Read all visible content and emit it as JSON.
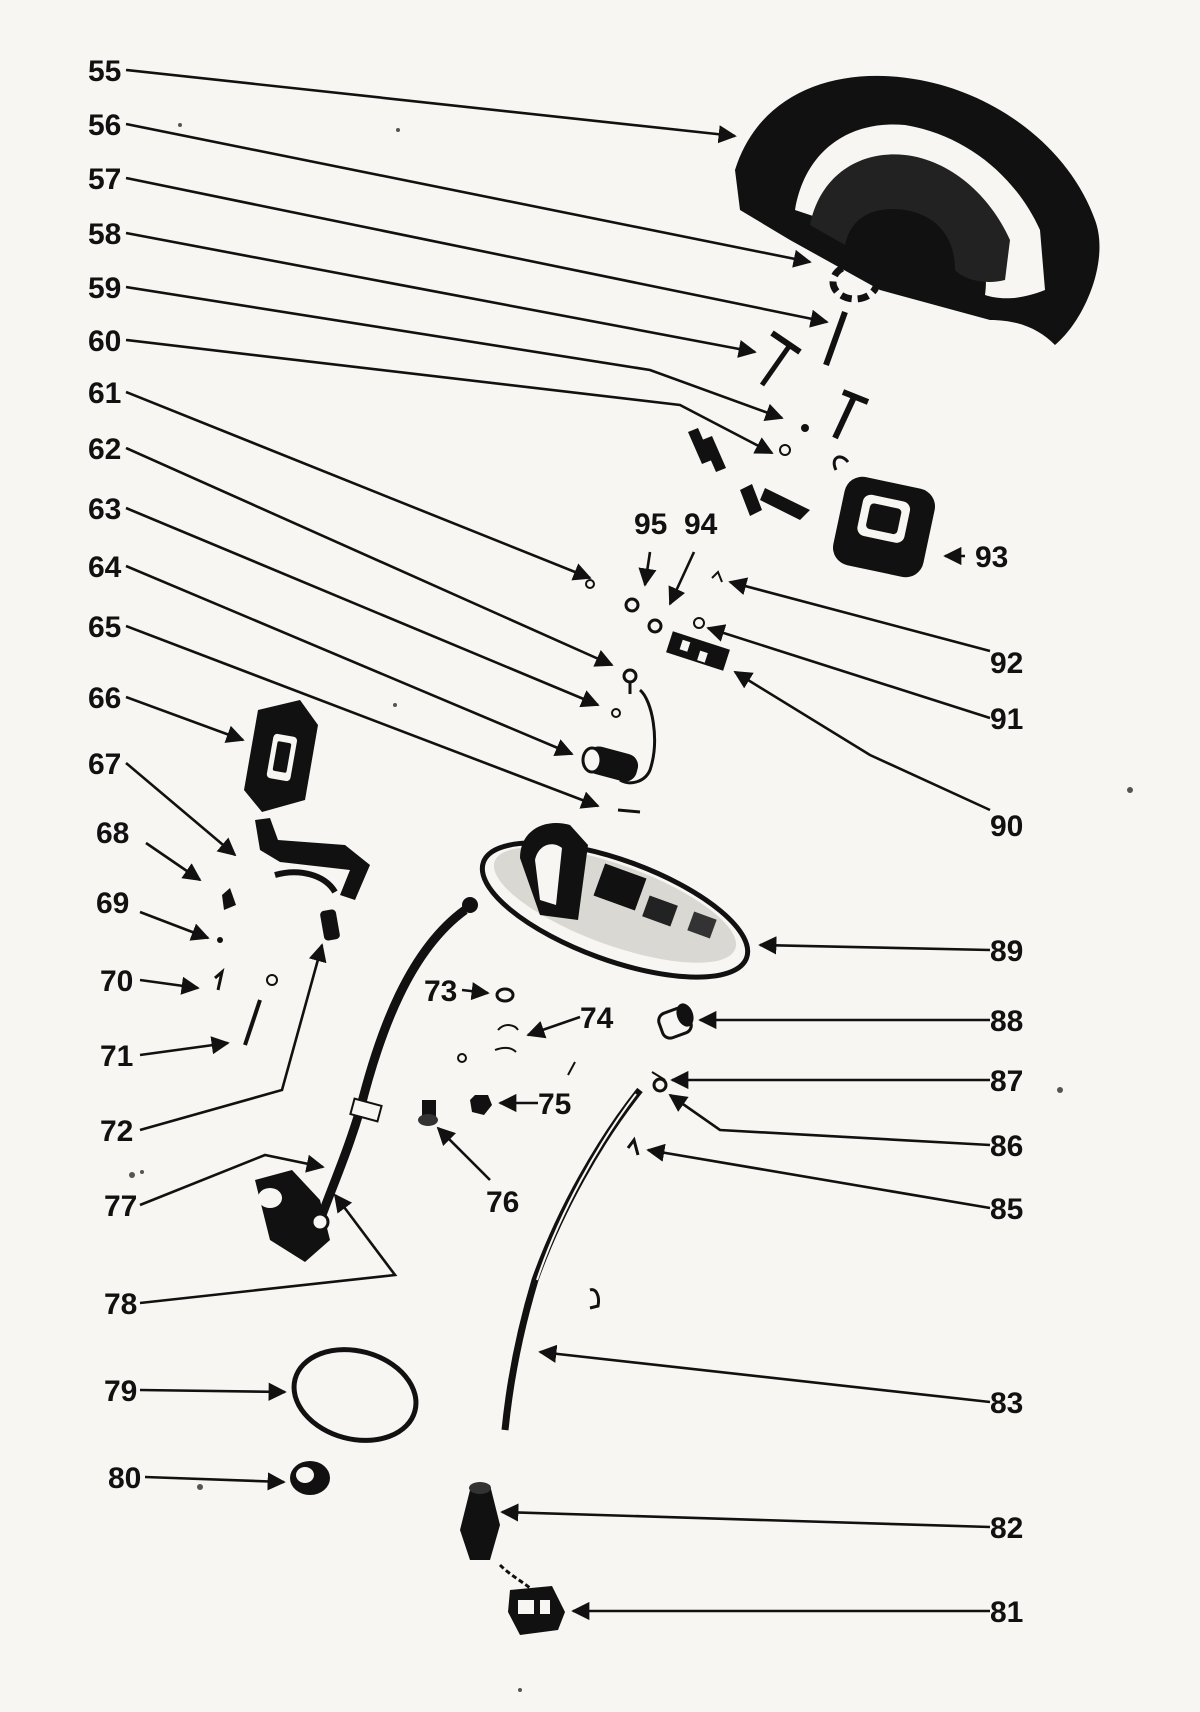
{
  "diagram": {
    "callouts": [
      {
        "id": "55",
        "label": "55"
      },
      {
        "id": "56",
        "label": "56"
      },
      {
        "id": "57",
        "label": "57"
      },
      {
        "id": "58",
        "label": "58"
      },
      {
        "id": "59",
        "label": "59"
      },
      {
        "id": "60",
        "label": "60"
      },
      {
        "id": "61",
        "label": "61"
      },
      {
        "id": "62",
        "label": "62"
      },
      {
        "id": "63",
        "label": "63"
      },
      {
        "id": "64",
        "label": "64"
      },
      {
        "id": "65",
        "label": "65"
      },
      {
        "id": "66",
        "label": "66"
      },
      {
        "id": "67",
        "label": "67"
      },
      {
        "id": "68",
        "label": "68"
      },
      {
        "id": "69",
        "label": "69"
      },
      {
        "id": "70",
        "label": "70"
      },
      {
        "id": "71",
        "label": "71"
      },
      {
        "id": "72",
        "label": "72"
      },
      {
        "id": "73",
        "label": "73"
      },
      {
        "id": "74",
        "label": "74"
      },
      {
        "id": "75",
        "label": "75"
      },
      {
        "id": "76",
        "label": "76"
      },
      {
        "id": "77",
        "label": "77"
      },
      {
        "id": "78",
        "label": "78"
      },
      {
        "id": "79",
        "label": "79"
      },
      {
        "id": "80",
        "label": "80"
      },
      {
        "id": "81",
        "label": "81"
      },
      {
        "id": "82",
        "label": "82"
      },
      {
        "id": "83",
        "label": "83"
      },
      {
        "id": "85",
        "label": "85"
      },
      {
        "id": "86",
        "label": "86"
      },
      {
        "id": "87",
        "label": "87"
      },
      {
        "id": "88",
        "label": "88"
      },
      {
        "id": "89",
        "label": "89"
      },
      {
        "id": "90",
        "label": "90"
      },
      {
        "id": "91",
        "label": "91"
      },
      {
        "id": "92",
        "label": "92"
      },
      {
        "id": "93",
        "label": "93"
      },
      {
        "id": "94",
        "label": "94"
      },
      {
        "id": "95",
        "label": "95"
      }
    ]
  }
}
